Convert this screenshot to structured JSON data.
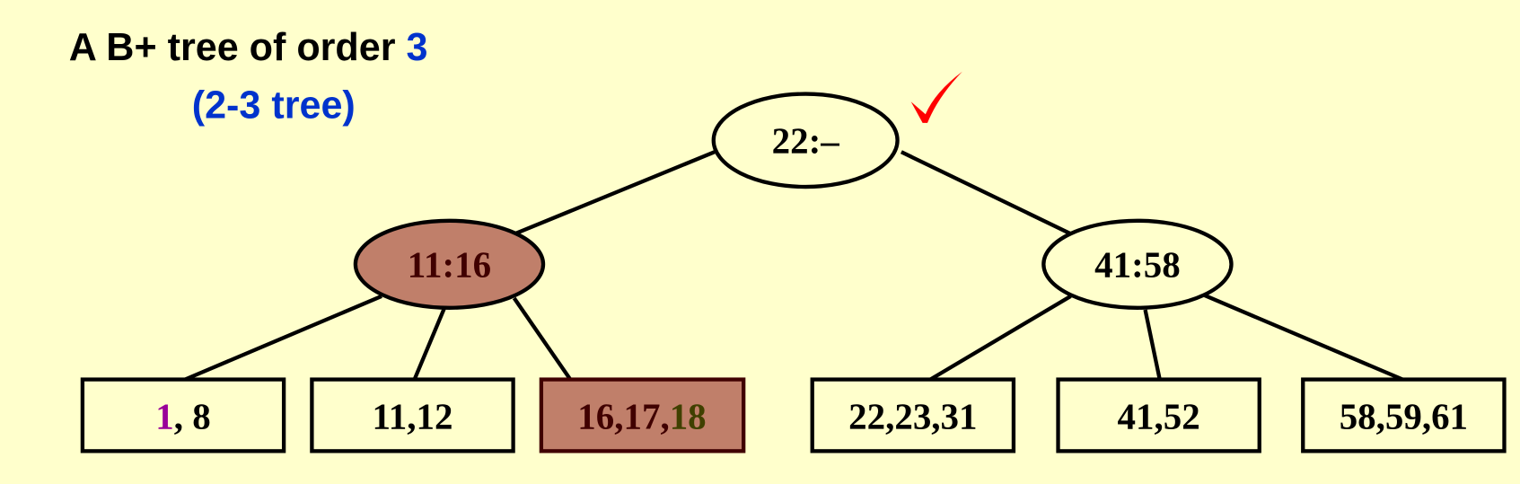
{
  "title": {
    "main": "A B+ tree of order ",
    "order": "3",
    "subtitle": "(2-3 tree)"
  },
  "colors": {
    "background": "#FFFFCC",
    "highlight_fill": "#C07F6A",
    "highlight_text": "#400000",
    "blue": "#0033CC",
    "purple": "#990099",
    "olive": "#404000",
    "check": "#FF0000"
  },
  "root": {
    "label": "22:–",
    "icon": "checkmark-icon"
  },
  "internal": [
    {
      "label": "11:16",
      "highlighted": true
    },
    {
      "label": "41:58",
      "highlighted": false
    }
  ],
  "leaves": [
    {
      "parts": [
        "1",
        ", 8"
      ],
      "highlighted": false
    },
    {
      "parts": [
        "11,12"
      ],
      "highlighted": false
    },
    {
      "parts": [
        "16,17,",
        "18"
      ],
      "highlighted": true
    },
    {
      "parts": [
        "22,23,31"
      ],
      "highlighted": false
    },
    {
      "parts": [
        "41,52"
      ],
      "highlighted": false
    },
    {
      "parts": [
        "58,59,61"
      ],
      "highlighted": false
    }
  ]
}
